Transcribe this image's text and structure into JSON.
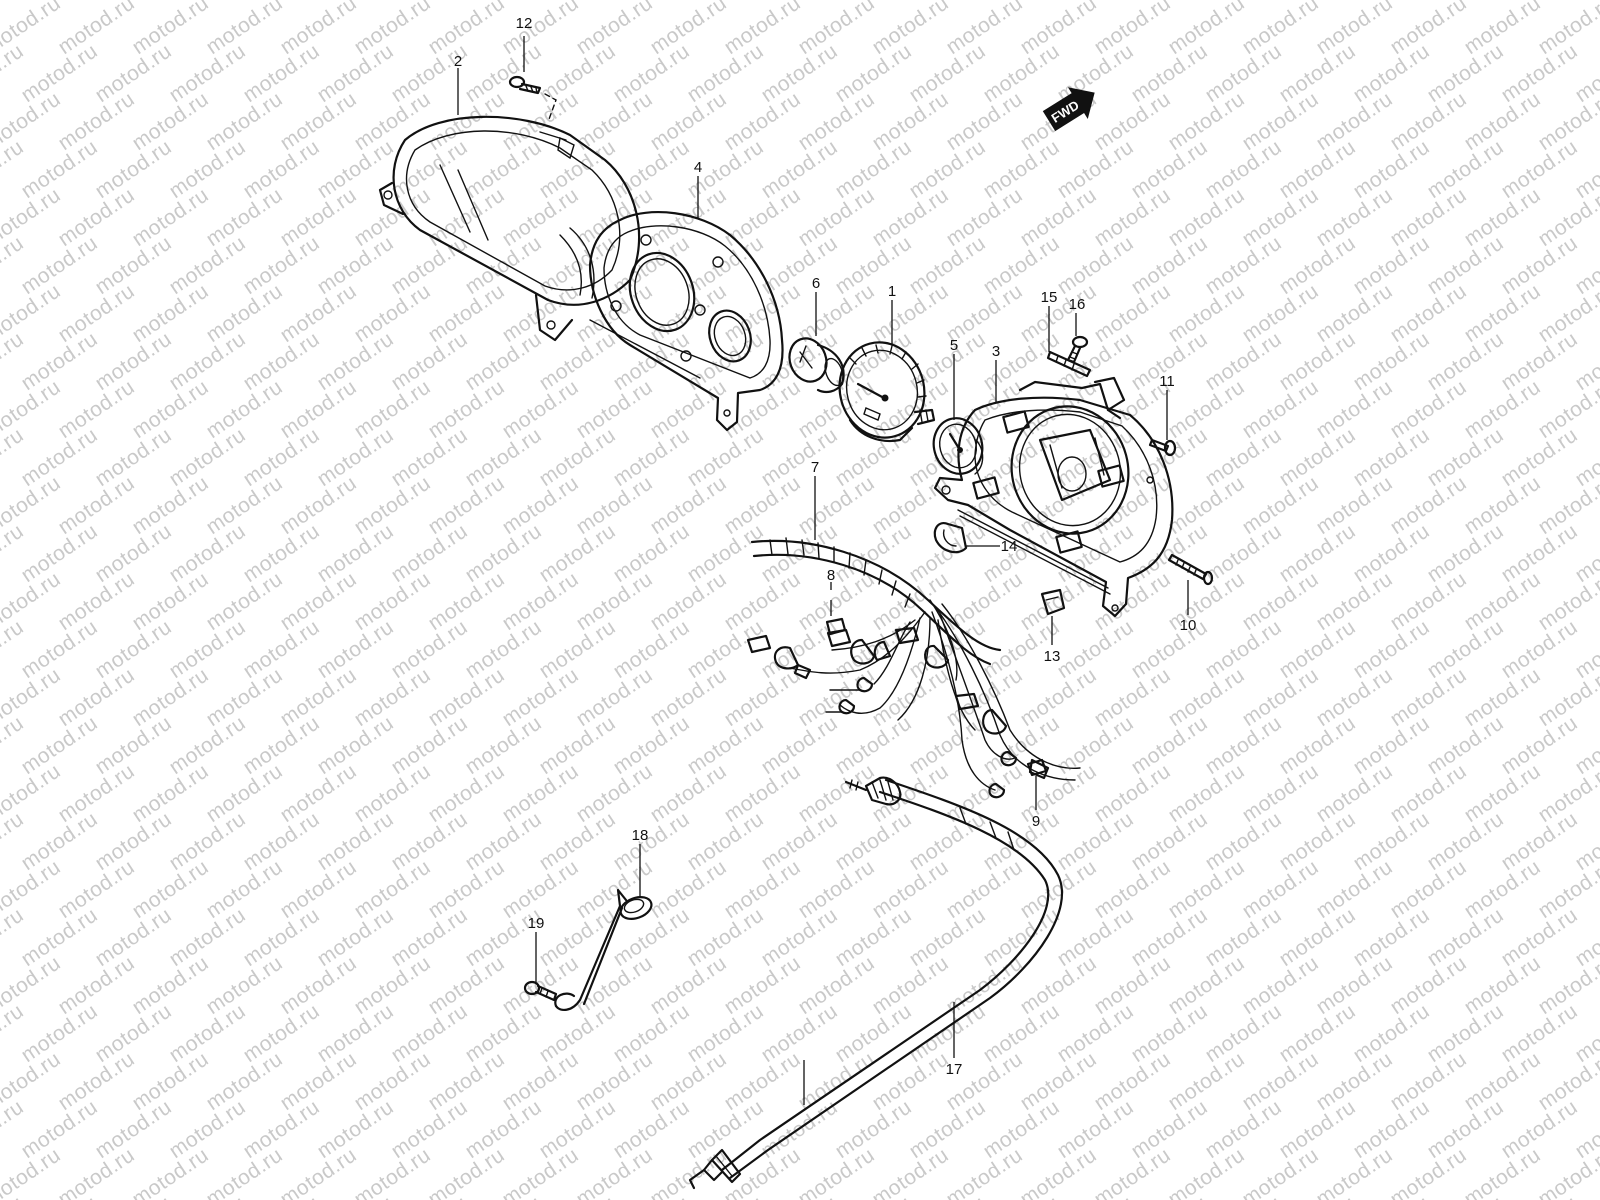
{
  "watermark": {
    "text": "motod.ru",
    "color": "#c9c9c9"
  },
  "fwd_badge": {
    "text": "FWD"
  },
  "callouts": [
    {
      "id": "12",
      "label": "12"
    },
    {
      "id": "2",
      "label": "2"
    },
    {
      "id": "4",
      "label": "4"
    },
    {
      "id": "6",
      "label": "6"
    },
    {
      "id": "1",
      "label": "1"
    },
    {
      "id": "15",
      "label": "15"
    },
    {
      "id": "16",
      "label": "16"
    },
    {
      "id": "5",
      "label": "5"
    },
    {
      "id": "3",
      "label": "3"
    },
    {
      "id": "11",
      "label": "11"
    },
    {
      "id": "7",
      "label": "7"
    },
    {
      "id": "14",
      "label": "14"
    },
    {
      "id": "8",
      "label": "8"
    },
    {
      "id": "10",
      "label": "10"
    },
    {
      "id": "13",
      "label": "13"
    },
    {
      "id": "9",
      "label": "9"
    },
    {
      "id": "18",
      "label": "18"
    },
    {
      "id": "19",
      "label": "19"
    },
    {
      "id": "17",
      "label": "17"
    }
  ]
}
